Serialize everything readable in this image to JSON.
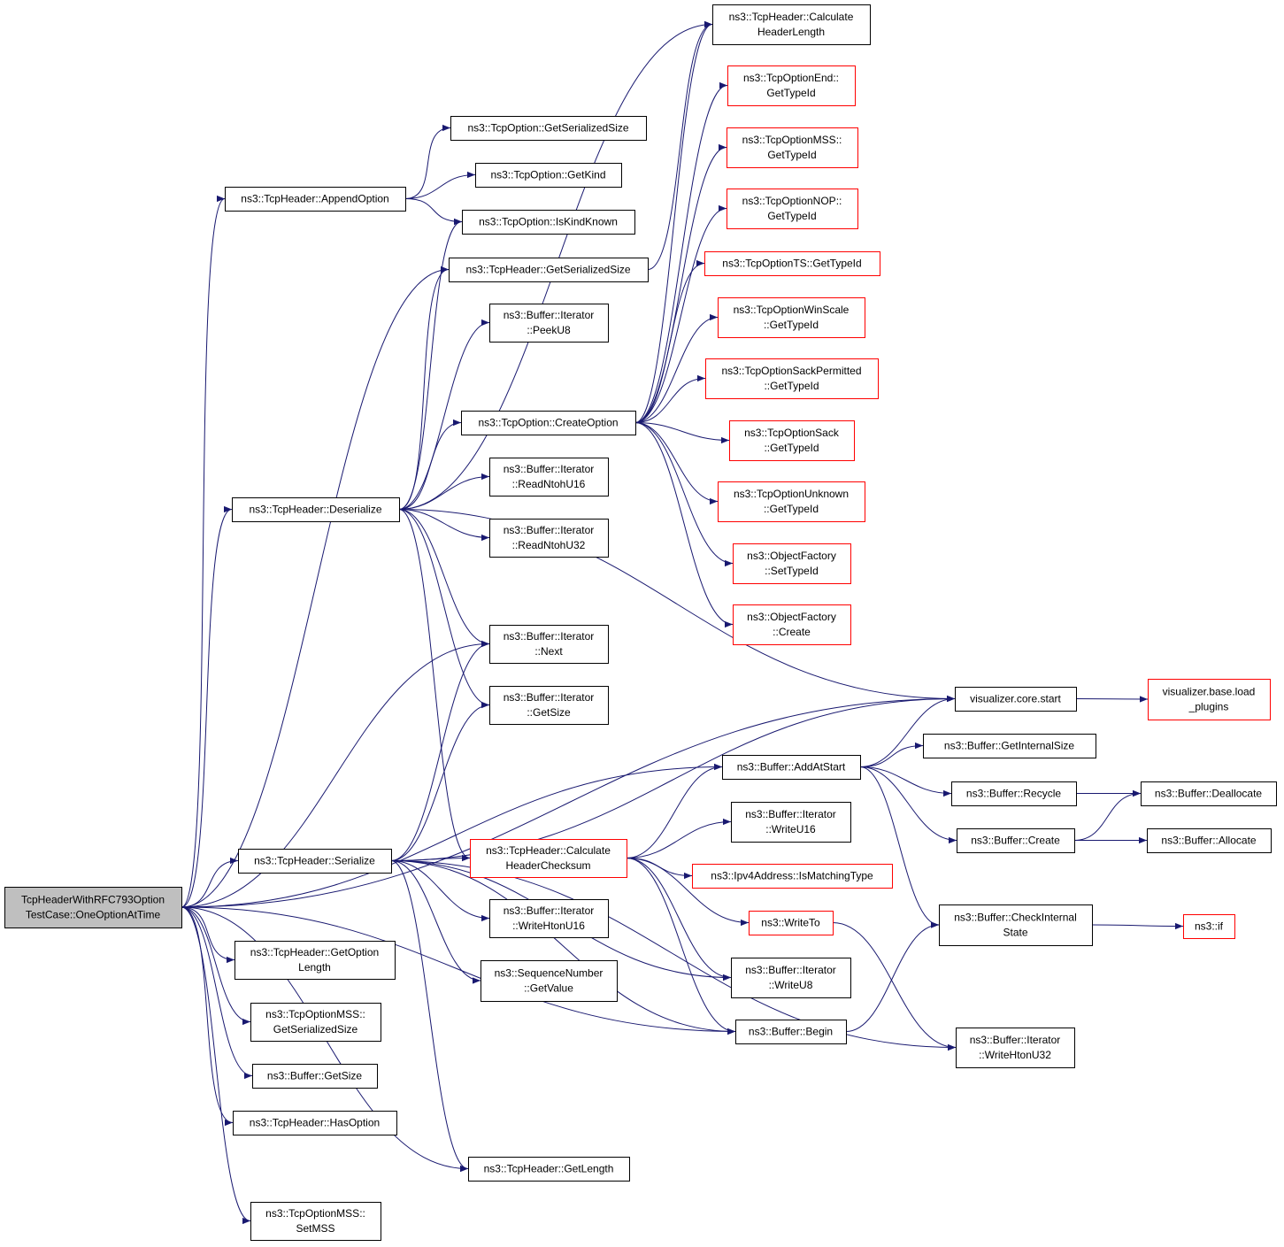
{
  "colors": {
    "edge": "#191970",
    "node_border": "#000000",
    "truncated_border": "#ff0000",
    "root_fill": "#bfbfbf"
  },
  "nodes": [
    {
      "id": "root",
      "lines": [
        "TcpHeaderWithRFC793Option",
        "TestCase::OneOptionAtTime"
      ],
      "style": "root"
    },
    {
      "id": "append",
      "lines": [
        "ns3::TcpHeader::AppendOption"
      ]
    },
    {
      "id": "deser",
      "lines": [
        "ns3::TcpHeader::Deserialize"
      ]
    },
    {
      "id": "ser",
      "lines": [
        "ns3::TcpHeader::Serialize"
      ]
    },
    {
      "id": "getoptlen",
      "lines": [
        "ns3::TcpHeader::GetOption",
        "Length"
      ]
    },
    {
      "id": "mssgss",
      "lines": [
        "ns3::TcpOptionMSS::",
        "GetSerializedSize"
      ]
    },
    {
      "id": "bufgs",
      "lines": [
        "ns3::Buffer::GetSize"
      ]
    },
    {
      "id": "hasopt",
      "lines": [
        "ns3::TcpHeader::HasOption"
      ]
    },
    {
      "id": "setmss",
      "lines": [
        "ns3::TcpOptionMSS::",
        "SetMSS"
      ]
    },
    {
      "id": "optgss",
      "lines": [
        "ns3::TcpOption::GetSerializedSize"
      ]
    },
    {
      "id": "optkind",
      "lines": [
        "ns3::TcpOption::GetKind"
      ]
    },
    {
      "id": "optknown",
      "lines": [
        "ns3::TcpOption::IsKindKnown"
      ]
    },
    {
      "id": "hdrgss",
      "lines": [
        "ns3::TcpHeader::GetSerializedSize"
      ]
    },
    {
      "id": "peek",
      "lines": [
        "ns3::Buffer::Iterator",
        "::PeekU8"
      ]
    },
    {
      "id": "create",
      "lines": [
        "ns3::TcpOption::CreateOption"
      ]
    },
    {
      "id": "rn16",
      "lines": [
        "ns3::Buffer::Iterator",
        "::ReadNtohU16"
      ]
    },
    {
      "id": "rn32",
      "lines": [
        "ns3::Buffer::Iterator",
        "::ReadNtohU32"
      ]
    },
    {
      "id": "next",
      "lines": [
        "ns3::Buffer::Iterator",
        "::Next"
      ]
    },
    {
      "id": "itgs",
      "lines": [
        "ns3::Buffer::Iterator",
        "::GetSize"
      ]
    },
    {
      "id": "chksum",
      "lines": [
        "ns3::TcpHeader::Calculate",
        "HeaderChecksum"
      ],
      "style": "red"
    },
    {
      "id": "wh16",
      "lines": [
        "ns3::Buffer::Iterator",
        "::WriteHtonU16"
      ]
    },
    {
      "id": "seqval",
      "lines": [
        "ns3::SequenceNumber",
        "::GetValue"
      ]
    },
    {
      "id": "getlen",
      "lines": [
        "ns3::TcpHeader::GetLength"
      ]
    },
    {
      "id": "calclen",
      "lines": [
        "ns3::TcpHeader::Calculate",
        "HeaderLength"
      ]
    },
    {
      "id": "end",
      "lines": [
        "ns3::TcpOptionEnd::",
        "GetTypeId"
      ],
      "style": "red"
    },
    {
      "id": "mss",
      "lines": [
        "ns3::TcpOptionMSS::",
        "GetTypeId"
      ],
      "style": "red"
    },
    {
      "id": "nop",
      "lines": [
        "ns3::TcpOptionNOP::",
        "GetTypeId"
      ],
      "style": "red"
    },
    {
      "id": "ts",
      "lines": [
        "ns3::TcpOptionTS::GetTypeId"
      ],
      "style": "red"
    },
    {
      "id": "ws",
      "lines": [
        "ns3::TcpOptionWinScale",
        "::GetTypeId"
      ],
      "style": "red"
    },
    {
      "id": "sackp",
      "lines": [
        "ns3::TcpOptionSackPermitted",
        "::GetTypeId"
      ],
      "style": "red"
    },
    {
      "id": "sack",
      "lines": [
        "ns3::TcpOptionSack",
        "::GetTypeId"
      ],
      "style": "red"
    },
    {
      "id": "unk",
      "lines": [
        "ns3::TcpOptionUnknown",
        "::GetTypeId"
      ],
      "style": "red"
    },
    {
      "id": "ofset",
      "lines": [
        "ns3::ObjectFactory",
        "::SetTypeId"
      ],
      "style": "red"
    },
    {
      "id": "ofcreate",
      "lines": [
        "ns3::ObjectFactory",
        "::Create"
      ],
      "style": "red"
    },
    {
      "id": "vstart",
      "lines": [
        "visualizer.core.start"
      ]
    },
    {
      "id": "vload",
      "lines": [
        "visualizer.base.load",
        "_plugins"
      ],
      "style": "red"
    },
    {
      "id": "addstart",
      "lines": [
        "ns3::Buffer::AddAtStart"
      ]
    },
    {
      "id": "getint",
      "lines": [
        "ns3::Buffer::GetInternalSize"
      ]
    },
    {
      "id": "recycle",
      "lines": [
        "ns3::Buffer::Recycle"
      ]
    },
    {
      "id": "dealloc",
      "lines": [
        "ns3::Buffer::Deallocate"
      ]
    },
    {
      "id": "bcreate",
      "lines": [
        "ns3::Buffer::Create"
      ]
    },
    {
      "id": "alloc",
      "lines": [
        "ns3::Buffer::Allocate"
      ]
    },
    {
      "id": "wu16",
      "lines": [
        "ns3::Buffer::Iterator",
        "::WriteU16"
      ]
    },
    {
      "id": "ipv4",
      "lines": [
        "ns3::Ipv4Address::IsMatchingType"
      ],
      "style": "red"
    },
    {
      "id": "writeto",
      "lines": [
        "ns3::WriteTo"
      ],
      "style": "red"
    },
    {
      "id": "checkint",
      "lines": [
        "ns3::Buffer::CheckInternal",
        "State"
      ]
    },
    {
      "id": "nsif",
      "lines": [
        "ns3::if"
      ],
      "style": "red"
    },
    {
      "id": "wu8",
      "lines": [
        "ns3::Buffer::Iterator",
        "::WriteU8"
      ]
    },
    {
      "id": "begin",
      "lines": [
        "ns3::Buffer::Begin"
      ]
    },
    {
      "id": "wh32",
      "lines": [
        "ns3::Buffer::Iterator",
        "::WriteHtonU32"
      ]
    }
  ],
  "edges": [
    [
      "root",
      "append"
    ],
    [
      "root",
      "deser"
    ],
    [
      "root",
      "ser"
    ],
    [
      "root",
      "getoptlen"
    ],
    [
      "root",
      "mssgss"
    ],
    [
      "root",
      "bufgs"
    ],
    [
      "root",
      "hasopt"
    ],
    [
      "root",
      "setmss"
    ],
    [
      "root",
      "hdrgss"
    ],
    [
      "root",
      "next"
    ],
    [
      "root",
      "vstart"
    ],
    [
      "root",
      "addstart"
    ],
    [
      "root",
      "getlen"
    ],
    [
      "root",
      "begin"
    ],
    [
      "append",
      "optgss"
    ],
    [
      "append",
      "optkind"
    ],
    [
      "append",
      "optknown"
    ],
    [
      "deser",
      "optknown"
    ],
    [
      "deser",
      "hdrgss"
    ],
    [
      "deser",
      "peek"
    ],
    [
      "deser",
      "create"
    ],
    [
      "deser",
      "rn16"
    ],
    [
      "deser",
      "rn32"
    ],
    [
      "deser",
      "next"
    ],
    [
      "deser",
      "itgs"
    ],
    [
      "deser",
      "chksum"
    ],
    [
      "deser",
      "vstart"
    ],
    [
      "deser",
      "calclen"
    ],
    [
      "ser",
      "next"
    ],
    [
      "ser",
      "itgs"
    ],
    [
      "ser",
      "vstart"
    ],
    [
      "ser",
      "chksum"
    ],
    [
      "ser",
      "wh16"
    ],
    [
      "ser",
      "seqval"
    ],
    [
      "ser",
      "wu8"
    ],
    [
      "ser",
      "begin"
    ],
    [
      "ser",
      "wh32"
    ],
    [
      "ser",
      "getlen"
    ],
    [
      "hdrgss",
      "calclen"
    ],
    [
      "create",
      "end"
    ],
    [
      "create",
      "mss"
    ],
    [
      "create",
      "nop"
    ],
    [
      "create",
      "ts"
    ],
    [
      "create",
      "ws"
    ],
    [
      "create",
      "sackp"
    ],
    [
      "create",
      "sack"
    ],
    [
      "create",
      "unk"
    ],
    [
      "create",
      "ofset"
    ],
    [
      "create",
      "ofcreate"
    ],
    [
      "create",
      "calclen"
    ],
    [
      "chksum",
      "addstart"
    ],
    [
      "chksum",
      "wu16"
    ],
    [
      "chksum",
      "ipv4"
    ],
    [
      "chksum",
      "writeto"
    ],
    [
      "chksum",
      "wu8"
    ],
    [
      "chksum",
      "begin"
    ],
    [
      "vstart",
      "vload"
    ],
    [
      "addstart",
      "vstart"
    ],
    [
      "addstart",
      "getint"
    ],
    [
      "addstart",
      "recycle"
    ],
    [
      "addstart",
      "bcreate"
    ],
    [
      "addstart",
      "checkint"
    ],
    [
      "recycle",
      "dealloc"
    ],
    [
      "bcreate",
      "dealloc"
    ],
    [
      "bcreate",
      "alloc"
    ],
    [
      "checkint",
      "nsif"
    ],
    [
      "writeto",
      "wh32"
    ],
    [
      "begin",
      "checkint"
    ]
  ]
}
